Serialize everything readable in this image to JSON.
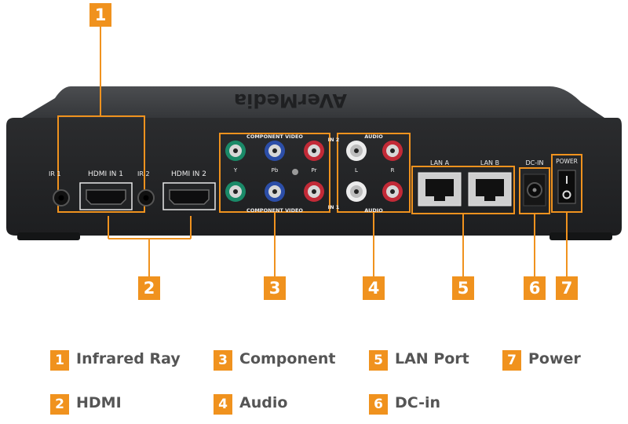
{
  "brand": "AVerMedia",
  "port_labels": {
    "ir1": "IR 1",
    "hdmi1": "HDMI IN 1",
    "ir2": "IR 2",
    "hdmi2": "HDMI IN 2",
    "component_video": "COMPONENT VIDEO",
    "y": "Y",
    "pb": "Pb",
    "pr": "Pr",
    "in2": "IN 2",
    "in1": "IN 1",
    "audio": "AUDIO",
    "l": "L",
    "r": "R",
    "lan_a": "LAN A",
    "lan_b": "LAN B",
    "dc_in": "DC-IN",
    "power": "POWER"
  },
  "callouts": [
    "1",
    "2",
    "3",
    "4",
    "5",
    "6",
    "7"
  ],
  "legend": [
    {
      "number": "1",
      "label": "Infrared Ray"
    },
    {
      "number": "2",
      "label": "HDMI"
    },
    {
      "number": "3",
      "label": "Component"
    },
    {
      "number": "4",
      "label": "Audio"
    },
    {
      "number": "5",
      "label": "LAN Port"
    },
    {
      "number": "6",
      "label": "DC-in"
    },
    {
      "number": "7",
      "label": "Power"
    }
  ],
  "colors": {
    "accent": "#f0921e",
    "device_body": "#2e2f31",
    "legend_text": "#555555"
  }
}
